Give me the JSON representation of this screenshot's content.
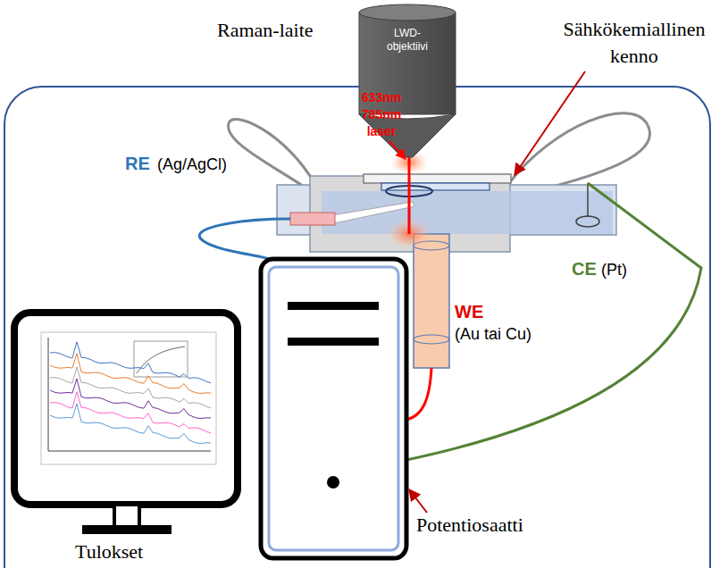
{
  "diagram": {
    "nodes": [
      {
        "text": [
          "LWD-objektiivi"
        ]
      }
    ],
    "labels": [
      "Raman-laite",
      "Sähkökemiallinen kenno",
      "633nm 785nm laser",
      "RE",
      "(Ag/AgCl)",
      "CE",
      "(Pt)",
      "WE",
      "(Au tai Cu)",
      "Potentiosaatti",
      "Tulokset"
    ]
  }
}
